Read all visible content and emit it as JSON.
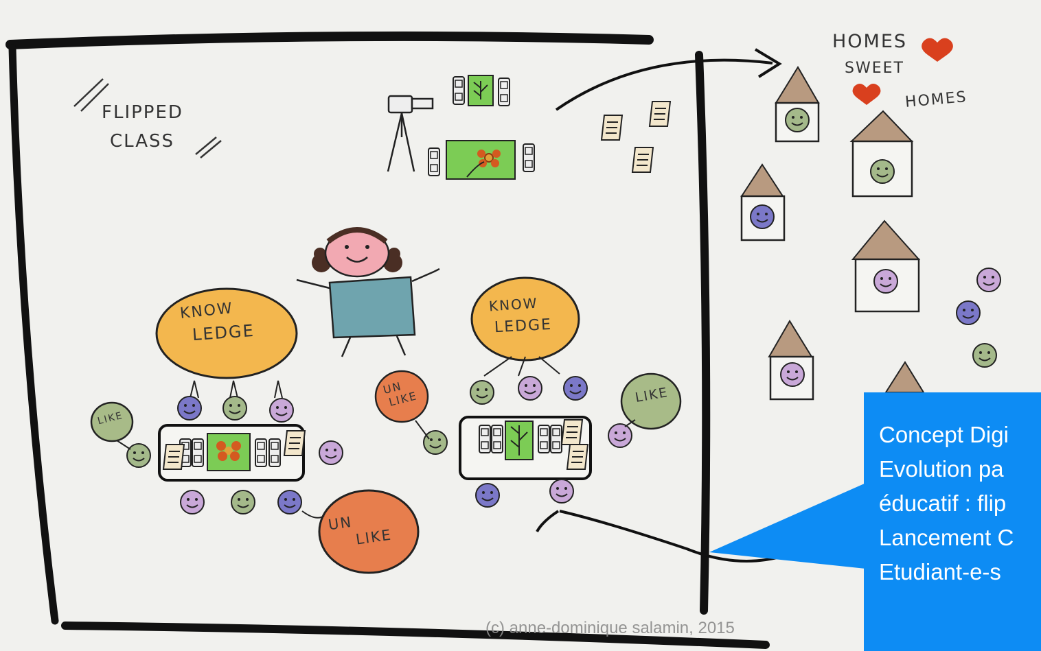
{
  "sketch": {
    "title_line1": "FLIPPED",
    "title_line2": "CLASS",
    "homes_line1": "HOMES",
    "homes_line2": "SWEET",
    "homes_line3": "HOMES",
    "knowledge_left_line1": "KNOW",
    "knowledge_left_line2": "LEDGE",
    "knowledge_right_line1": "KNOW",
    "knowledge_right_line2": "LEDGE",
    "like_left": "LIKE",
    "like_right": "LIKE",
    "unlike_center_line1": "UN",
    "unlike_center_line2": "LIKE",
    "unlike_bottom_line1": "UN",
    "unlike_bottom_line2": "LIKE"
  },
  "callout": {
    "lines": [
      "Concept Digi",
      "Evolution pa",
      "éducatif : flip",
      "Lancement C",
      "Etudiant-e-s"
    ]
  },
  "copyright": "(c) anne-dominique salamin, 2015",
  "colors": {
    "background": "#f1f1ee",
    "callout": "#0d8cf4",
    "knowledge_bubble": "#f3b74e",
    "like_bubble": "#a8bb88",
    "unlike_bubble": "#e77e4d",
    "house_roof": "#b89a80",
    "face_green": "#a4b98a",
    "face_purple": "#7b78c8",
    "face_lilac": "#c9a8d8",
    "screen": "#6fa4ae",
    "video_green": "#7ccc55"
  }
}
